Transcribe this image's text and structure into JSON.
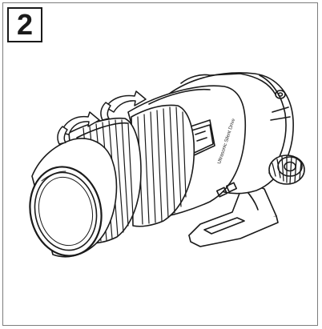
{
  "figure": {
    "step_number": "2",
    "lens_barrel_text": "Ultrasonic Silent Drive",
    "illustration_subject": "telephoto zoom lens with rotation arrows",
    "icons": [
      "rotate-arrow-icon"
    ],
    "colors": {
      "line": "#1a1a1a",
      "frame": "#7d7d7d",
      "background": "#ffffff"
    }
  }
}
